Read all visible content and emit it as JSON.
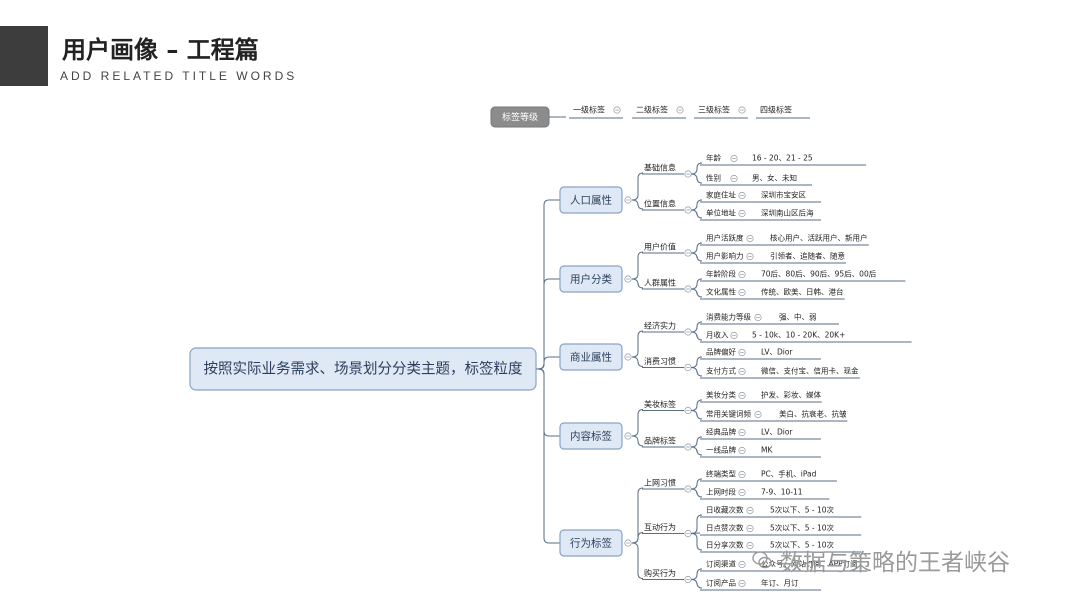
{
  "header": {
    "title": "用户画像 – 工程篇",
    "subtitle": "ADD RELATED TITLE WORDS"
  },
  "legend": {
    "label": "标签等级",
    "levels": [
      "一级标签",
      "二级标签",
      "三级标签",
      "四级标签"
    ]
  },
  "root": "按照实际业务需求、场景划分分类主题，标签粒度",
  "categories": [
    {
      "label": "人口属性",
      "groups": [
        {
          "label": "基础信息",
          "items": [
            {
              "label": "年龄",
              "value": "16 - 20、21 - 25"
            },
            {
              "label": "性别",
              "value": "男、女、未知"
            }
          ]
        },
        {
          "label": "位置信息",
          "items": [
            {
              "label": "家庭住址",
              "value": "深圳市宝安区"
            },
            {
              "label": "单位地址",
              "value": "深圳南山区后海"
            }
          ]
        }
      ]
    },
    {
      "label": "用户分类",
      "groups": [
        {
          "label": "用户价值",
          "items": [
            {
              "label": "用户活跃度",
              "value": "核心用户、活跃用户、新用户"
            },
            {
              "label": "用户影响力",
              "value": "引领者、追随者、随意"
            }
          ]
        },
        {
          "label": "人群属性",
          "items": [
            {
              "label": "年龄阶段",
              "value": "70后、80后、90后、95后、00后"
            },
            {
              "label": "文化属性",
              "value": "传统、欧美、日韩、港台"
            }
          ]
        }
      ]
    },
    {
      "label": "商业属性",
      "groups": [
        {
          "label": "经济实力",
          "items": [
            {
              "label": "消费能力等级",
              "value": "强、中、弱"
            },
            {
              "label": "月收入",
              "value": "5 - 10k、10 - 20K、20K+"
            }
          ]
        },
        {
          "label": "消费习惯",
          "items": [
            {
              "label": "品牌偏好",
              "value": "LV、Dior"
            },
            {
              "label": "支付方式",
              "value": "微信、支付宝、信用卡、现金"
            }
          ]
        }
      ]
    },
    {
      "label": "内容标签",
      "groups": [
        {
          "label": "美妆标签",
          "items": [
            {
              "label": "美妆分类",
              "value": "护发、彩妆、媒体"
            },
            {
              "label": "常用关键词频",
              "value": "美白、抗衰老、抗皱"
            }
          ]
        },
        {
          "label": "品牌标签",
          "items": [
            {
              "label": "经典品牌",
              "value": "LV、Dior"
            },
            {
              "label": "一线品牌",
              "value": "MK"
            }
          ]
        }
      ]
    },
    {
      "label": "行为标签",
      "groups": [
        {
          "label": "上网习惯",
          "items": [
            {
              "label": "终端类型",
              "value": "PC、手机、iPad"
            },
            {
              "label": "上网时段",
              "value": "7-9、10-11"
            }
          ]
        },
        {
          "label": "互动行为",
          "items": [
            {
              "label": "日收藏次数",
              "value": "5次以下、5 - 10次"
            },
            {
              "label": "日点赞次数",
              "value": "5次以下、5 - 10次"
            },
            {
              "label": "日分享次数",
              "value": "5次以下、5 - 10次"
            }
          ]
        },
        {
          "label": "购买行为",
          "items": [
            {
              "label": "订阅渠道",
              "value": "公众号、网站订阅、APP订阅"
            },
            {
              "label": "订阅产品",
              "value": "年订、月订"
            }
          ]
        }
      ]
    }
  ],
  "watermark": "数据与策略的王者峡谷",
  "colors": {
    "category_fill": "#dfe9f5",
    "category_stroke": "#8aa3c4",
    "root_fill": "#dfe9f5",
    "legend_fill": "#8c8c8c",
    "line": "#5a6e86",
    "corner": "#3d3d3d"
  }
}
